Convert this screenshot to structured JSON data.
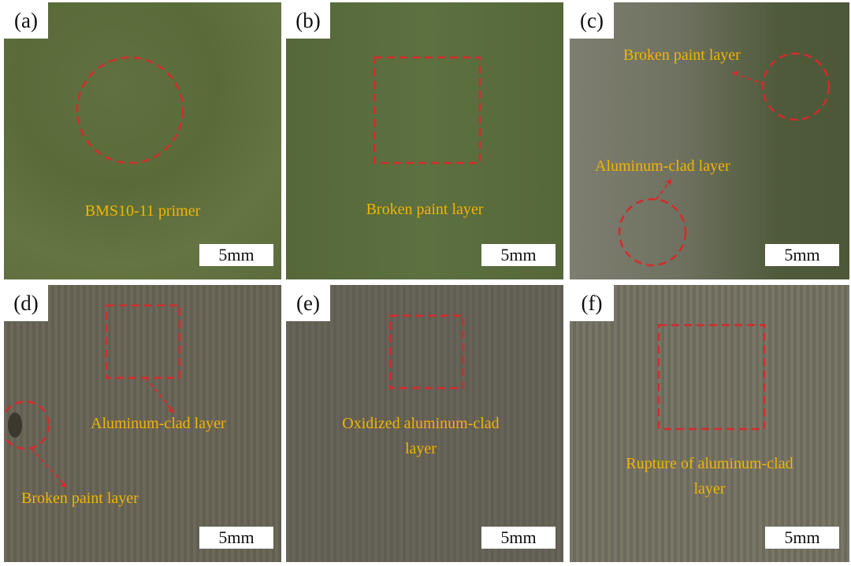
{
  "panels": [
    {
      "label": "(a)",
      "scale": "5mm",
      "annotations": [
        "BMS10-11 primer"
      ]
    },
    {
      "label": "(b)",
      "scale": "5mm",
      "annotations": [
        "Broken paint layer"
      ]
    },
    {
      "label": "(c)",
      "scale": "5mm",
      "annotations": [
        "Broken paint layer",
        "Aluminum-clad layer"
      ]
    },
    {
      "label": "(d)",
      "scale": "5mm",
      "annotations": [
        "Aluminum-clad layer",
        "Broken paint layer"
      ]
    },
    {
      "label": "(e)",
      "scale": "5mm",
      "annotations": [
        "Oxidized aluminum-clad",
        "layer"
      ]
    },
    {
      "label": "(f)",
      "scale": "5mm",
      "annotations": [
        "Rupture of aluminum-clad",
        "layer"
      ]
    }
  ],
  "colors": {
    "annotation": "#f2b400",
    "marker": "#d62a2a"
  }
}
